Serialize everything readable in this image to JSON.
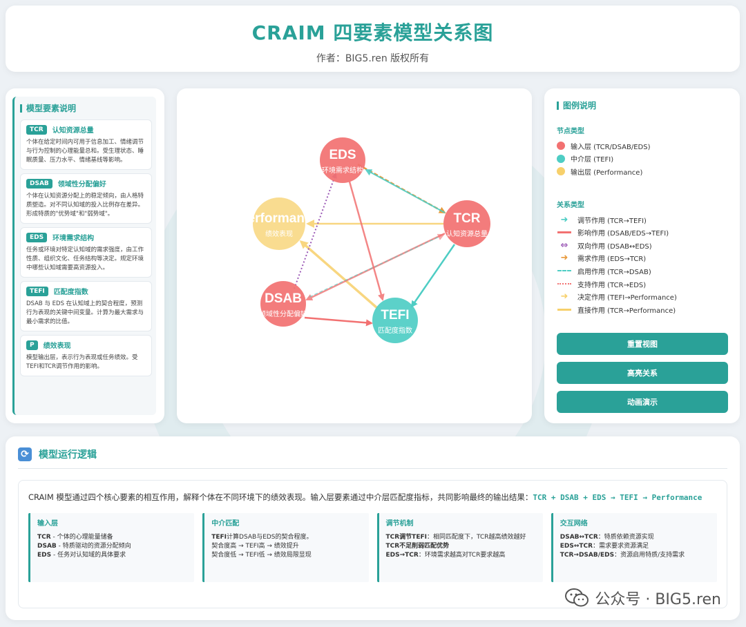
{
  "header": {
    "title": "CRAIM 四要素模型关系图",
    "subtitle": "作者：BIG5.ren 版权所有"
  },
  "elements_panel": {
    "title": "模型要素说明",
    "items": [
      {
        "tag": "TCR",
        "name": "认知资源总量",
        "desc": "个体在给定时间内可用于信息加工、情绪调节与行为控制的心理能量总和。受生理状态、睡眠质量、压力水平、情绪基线等影响。"
      },
      {
        "tag": "DSAB",
        "name": "领域性分配偏好",
        "desc": "个体在认知资源分配上的稳定倾向，由人格特质塑造。对不同认知域的投入比例存在差异。形成特质的\"优势域\"和\"弱势域\"。"
      },
      {
        "tag": "EDS",
        "name": "环境需求结构",
        "desc": "任务或环境对特定认知域的需求强度，由工作性质、组织文化、任务结构等决定。规定环境中哪些认知域需要高资源投入。"
      },
      {
        "tag": "TEFI",
        "name": "匹配度指数",
        "desc": "DSAB 与 EDS 在认知域上的契合程度，预测行为表现的关键中间变量。计算为最大需求与最小需求的比值。"
      },
      {
        "tag": "P",
        "name": "绩效表现",
        "desc": "模型输出层，表示行为表现或任务绩效。受TEFI和TCR调节作用的影响。"
      }
    ]
  },
  "diagram": {
    "nodes": [
      {
        "id": "EDS",
        "label": "EDS",
        "sub": "环境需求结构",
        "color": "#f27171"
      },
      {
        "id": "TCR",
        "label": "TCR",
        "sub": "认知资源总量",
        "color": "#f27171"
      },
      {
        "id": "DSAB",
        "label": "DSAB",
        "sub": "领域性分配偏好",
        "color": "#f27171"
      },
      {
        "id": "TEFI",
        "label": "TEFI",
        "sub": "匹配度指数",
        "color": "#4ecdc4"
      },
      {
        "id": "P",
        "label": "Performance",
        "sub": "绩效表现",
        "color": "#f7d06b"
      }
    ]
  },
  "legend": {
    "title": "图例说明",
    "node_types_title": "节点类型",
    "node_types": [
      {
        "label": "输入层 (TCR/DSAB/EDS)",
        "color": "#f27171"
      },
      {
        "label": "中介层 (TEFI)",
        "color": "#4ecdc4"
      },
      {
        "label": "输出层 (Performance)",
        "color": "#f7d06b"
      }
    ],
    "relation_types_title": "关系类型",
    "relation_types": [
      {
        "label": "调节作用 (TCR→TEFI)",
        "color": "#4ecdc4",
        "style": "arrow"
      },
      {
        "label": "影响作用 (DSAB/EDS→TEFI)",
        "color": "#f27171",
        "style": "solid"
      },
      {
        "label": "双向作用 (DSAB↔EDS)",
        "color": "#9b59b6",
        "style": "double"
      },
      {
        "label": "需求作用 (EDS→TCR)",
        "color": "#e89a3c",
        "style": "arrow"
      },
      {
        "label": "启用作用 (TCR→DSAB)",
        "color": "#4ecdc4",
        "style": "dashed"
      },
      {
        "label": "支持作用 (TCR→EDS)",
        "color": "#f27171",
        "style": "dotted"
      },
      {
        "label": "决定作用 (TEFI→Performance)",
        "color": "#f7d06b",
        "style": "arrow"
      },
      {
        "label": "直接作用 (TCR→Performance)",
        "color": "#f7d06b",
        "style": "solid"
      }
    ],
    "buttons": {
      "reset": "重置视图",
      "highlight": "高亮关系",
      "animate": "动画演示"
    }
  },
  "logic": {
    "title": "模型运行逻辑",
    "intro": "CRAIM 模型通过四个核心要素的相互作用，解释个体在不同环境下的绩效表现。输入层要素通过中介层匹配度指标，共同影响最终的输出结果：",
    "flow": "TCR + DSAB + EDS → TEFI → Performance",
    "columns": [
      {
        "title": "输入层",
        "lines": [
          [
            "TCR",
            " - 个体的心理能量储备"
          ],
          [
            "DSAB",
            " - 特质驱动的资源分配倾向"
          ],
          [
            "EDS",
            " - 任务对认知域的具体要求"
          ]
        ]
      },
      {
        "title": "中介匹配",
        "lines": [
          [
            "TEFI",
            "计算DSAB与EDS的契合程度。"
          ],
          [
            "",
            "契合度高 → TEFI高 → 绩效提升"
          ],
          [
            "",
            "契合度低 → TEFI低 → 绩效局限显现"
          ]
        ]
      },
      {
        "title": "调节机制",
        "lines": [
          [
            "TCR调节TEFI",
            "：相同匹配度下，TCR越高绩效越好"
          ],
          [
            "TCR不足削弱匹配优势",
            ""
          ],
          [
            "EDS→TCR",
            "：环境需求越高对TCR要求越高"
          ]
        ]
      },
      {
        "title": "交互网络",
        "lines": [
          [
            "DSAB↔TCR",
            "：特质依赖资源实现"
          ],
          [
            "EDS↔TCR",
            "：需求要求资源满足"
          ],
          [
            "TCR→DSAB/EDS",
            "：资源启用特质/支持需求"
          ]
        ]
      }
    ]
  },
  "watermark": {
    "text": "公众号 · BIG5.ren"
  }
}
